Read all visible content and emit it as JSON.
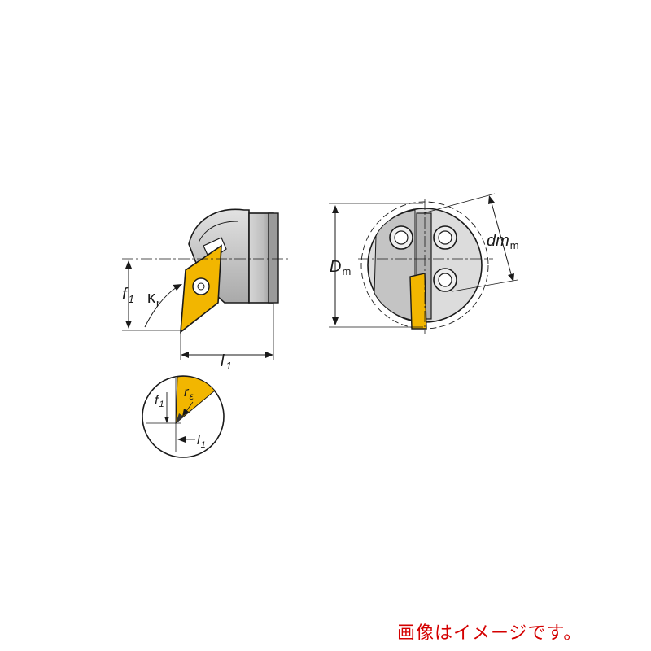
{
  "caption": "画像はイメージです。",
  "side_view": {
    "f1": {
      "main": "f",
      "sub": "1"
    },
    "kappa": {
      "main": "κ",
      "sub": "r"
    },
    "l1": {
      "main": "l",
      "sub": "1"
    }
  },
  "end_view": {
    "Dm": {
      "main": "D",
      "sub": "m"
    },
    "dmm": {
      "main": "dm",
      "sub": "m"
    }
  },
  "detail_view": {
    "f1": {
      "main": "f",
      "sub": "1"
    },
    "re": {
      "main": "r",
      "sub": "ε"
    },
    "l1": {
      "main": "l",
      "sub": "1"
    }
  },
  "colors": {
    "insert_yellow": "#f2b600",
    "body_grey": "#c8c8c8",
    "body_dark": "#9a9a9a",
    "line": "#1a1a1a",
    "caption_red": "#d40000"
  }
}
